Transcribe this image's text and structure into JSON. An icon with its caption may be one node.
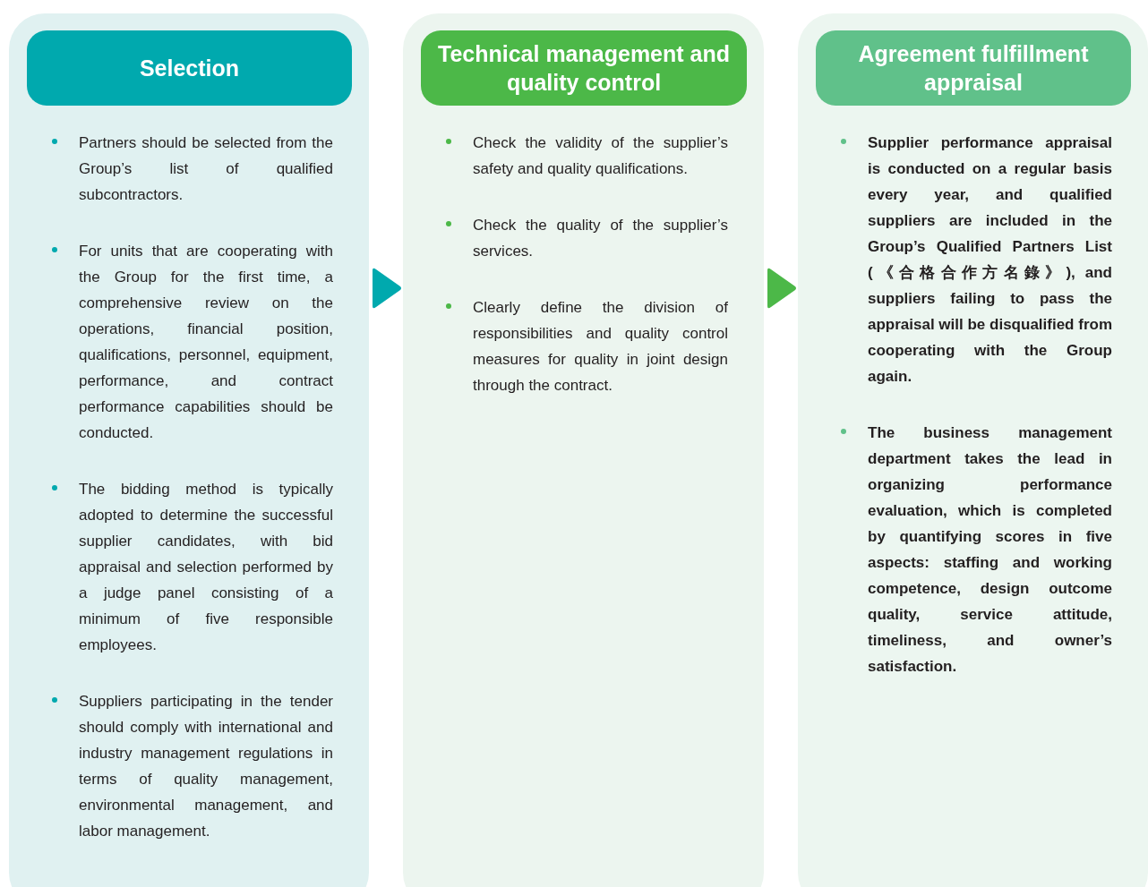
{
  "diagram": {
    "nodes": [
      {
        "text": [
          "Partners should be selected from the Group’s list of qualified subcontractors.",
          "For units that are cooperating with the Group for the first time, a comprehensive review on the operations, financial position, qualifications, personnel, equipment, performance, and contract performance capabilities should be conducted.",
          "The bidding method is typically adopted to determine the successful supplier candidates, with bid appraisal and selection performed by a judge panel consisting of a minimum of five responsible employees.",
          "Suppliers participating in the tender should comply with international and industry management regulations in terms of quality management, environmental management, and labor management."
        ]
      },
      {
        "text": [
          "Selection"
        ],
        "in": 0
      },
      {
        "text": [
          "Check the validity of the supplier’s safety and quality qualifications.",
          "Check the quality of the supplier’s services.",
          "Clearly define the division of responsibilities and quality control measures for quality in joint design through the contract."
        ]
      },
      {
        "text": [
          "Technical management and quality control"
        ],
        "in": 2
      },
      {
        "text": [
          "Supplier performance appraisal is conducted on a regular basis every year, and qualified suppliers are included in the Group’s Qualified Partners List (《合格合作方名錄》), and suppliers failing to pass the appraisal will be disqualified from cooperating with the Group again.",
          "The business management department takes the lead in organizing performance evaluation, which is completed by quantifying scores in five aspects: staffing and working competence, design outcome quality, service attitude, timeliness, and owner’s satisfaction."
        ]
      },
      {
        "text": [
          "Agreement fulfillment appraisal"
        ],
        "in": 4
      }
    ],
    "edges": [
      {
        "from": 0,
        "to": 2,
        "arrow": "to",
        "color": "#00a9ae"
      },
      {
        "from": 2,
        "to": 4,
        "arrow": "to",
        "color": "#4cb848"
      }
    ]
  }
}
